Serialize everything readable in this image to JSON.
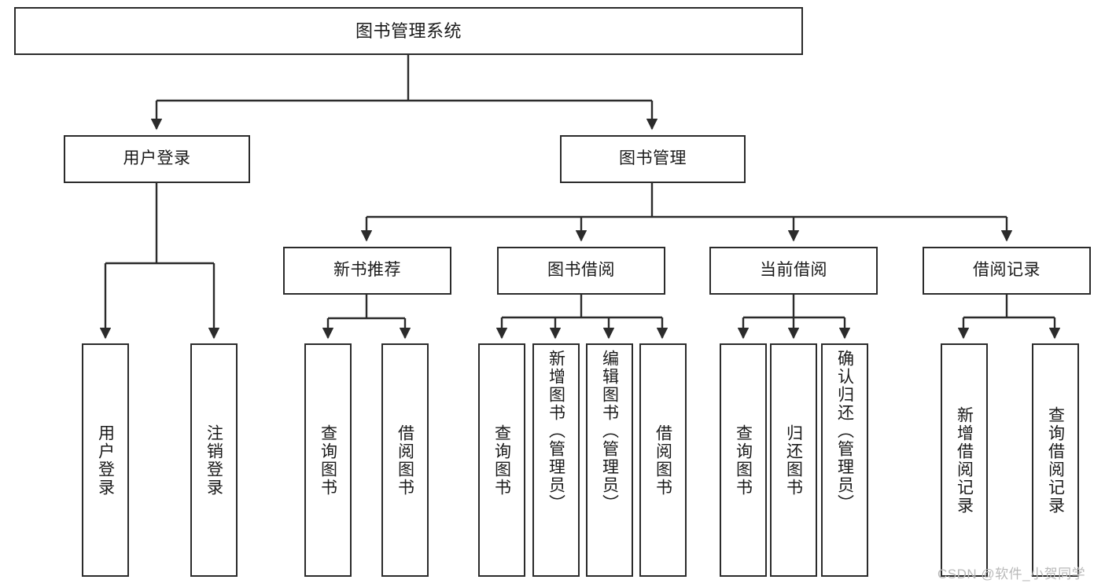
{
  "diagram": {
    "type": "hierarchy-tree",
    "title": "图书管理系统",
    "watermark": "CSDN @软件_小贺同学",
    "colors": {
      "stroke": "#2b2b2b",
      "fill": "#ffffff",
      "text": "#1a1a1a",
      "watermark": "#b9b9b9"
    },
    "root": {
      "label": "图书管理系统"
    },
    "level1": [
      {
        "label": "用户登录"
      },
      {
        "label": "图书管理"
      }
    ],
    "level2": [
      {
        "label": "新书推荐"
      },
      {
        "label": "图书借阅"
      },
      {
        "label": "当前借阅"
      },
      {
        "label": "借阅记录"
      }
    ],
    "leaves": {
      "user_login": [
        {
          "label": "用户登录"
        },
        {
          "label": "注销登录"
        }
      ],
      "new_book_recommend": [
        {
          "label": "查询图书"
        },
        {
          "label": "借阅图书"
        }
      ],
      "book_borrow": [
        {
          "label": "查询图书"
        },
        {
          "label": "新增图书（管理员）"
        },
        {
          "label": "编辑图书（管理员）"
        },
        {
          "label": "借阅图书"
        }
      ],
      "current_borrow": [
        {
          "label": "查询图书"
        },
        {
          "label": "归还图书"
        },
        {
          "label": "确认归还（管理员）"
        }
      ],
      "borrow_record": [
        {
          "label": "新增借阅记录"
        },
        {
          "label": "查询借阅记录"
        }
      ]
    }
  }
}
